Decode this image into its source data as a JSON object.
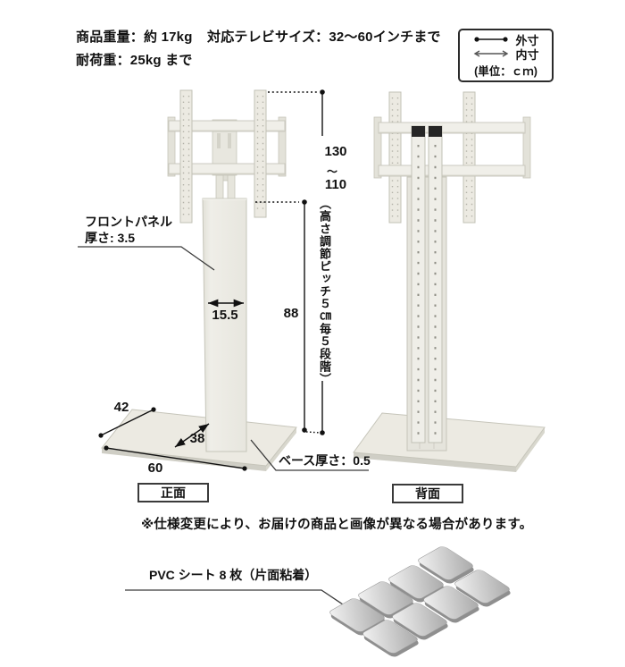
{
  "info": {
    "weight": "商品重量：約 17kg",
    "load": "耐荷重：25kg まで",
    "tv_size": "対応テレビサイズ：32～60インチまで"
  },
  "legend": {
    "outer": "外寸",
    "inner": "内寸",
    "unit": "(単位：ｃｍ)"
  },
  "dimensions": {
    "height_max": "130",
    "height_tilde": "～",
    "height_min": "110",
    "height_note": "（高さ調節ピッチ５㎝毎５段階）",
    "column_height": "88",
    "column_width": "15.5",
    "base_depth": "42",
    "base_inner_depth": "38",
    "base_width": "60",
    "front_panel_line1": "フロントパネル",
    "front_panel_line2": "厚さ: 3.5",
    "base_thickness": "ベース厚さ：0.5"
  },
  "views": {
    "front": "正面",
    "back": "背面"
  },
  "disclaimer": "※仕様変更により、お届けの商品と画像が異なる場合があります。",
  "pvc": {
    "label": "PVC シート 8 枚（片面粘着）",
    "sheet_count": 8
  },
  "colors": {
    "stand_body": "#ebeae3",
    "stand_edge": "#c6c5ba",
    "stand_shade": "#d8d7cd",
    "line": "#111111",
    "tile_light": "#f4f4f4",
    "tile_dark": "#ababab"
  }
}
